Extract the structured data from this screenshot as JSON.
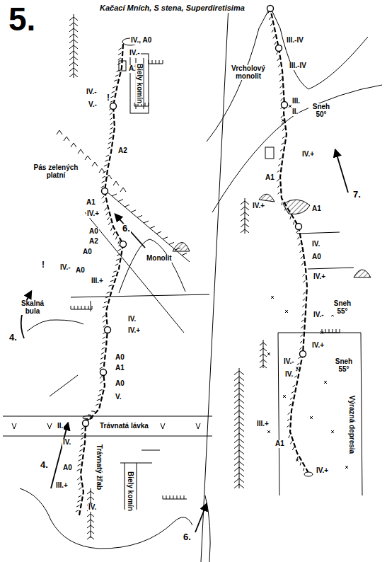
{
  "diagram": {
    "title": "5.",
    "labels": [
      "Kačací Mních, S stena, Superdiretisima",
      "IV., A0",
      "IV.-",
      "A1",
      "IV.-",
      "V.-",
      "!",
      "Biely komín",
      "A2",
      "Pás zelených platní",
      "A1",
      "IV.+",
      "6.",
      "A0",
      "A2",
      "A0",
      "A0",
      "Monolit",
      "!",
      "IV.-",
      "III.+",
      "Skalná bula",
      "4.",
      "IV.",
      "IV.+",
      "A0",
      "A1",
      "A0",
      "V.",
      "II.",
      "Trávnatá lávka",
      "IV.",
      "4.",
      "A0",
      "III.+",
      "Trávnatý žľab",
      "IV.",
      "Biely komín",
      "6.",
      "III.-IV",
      "Vrcholový monolit",
      "III.-IV",
      "III.",
      "II.",
      "Sneh 50°",
      "IV.+",
      "7.",
      "A1",
      "IV.+",
      "A1",
      "IV.",
      "A0",
      "IV.+",
      "Sneh 55°",
      "IV.-",
      "IV.+",
      "Sneh 55°",
      "IV.-",
      "IV.",
      "Výrazná depresia",
      "III.+",
      "A1",
      "IV.+"
    ]
  }
}
